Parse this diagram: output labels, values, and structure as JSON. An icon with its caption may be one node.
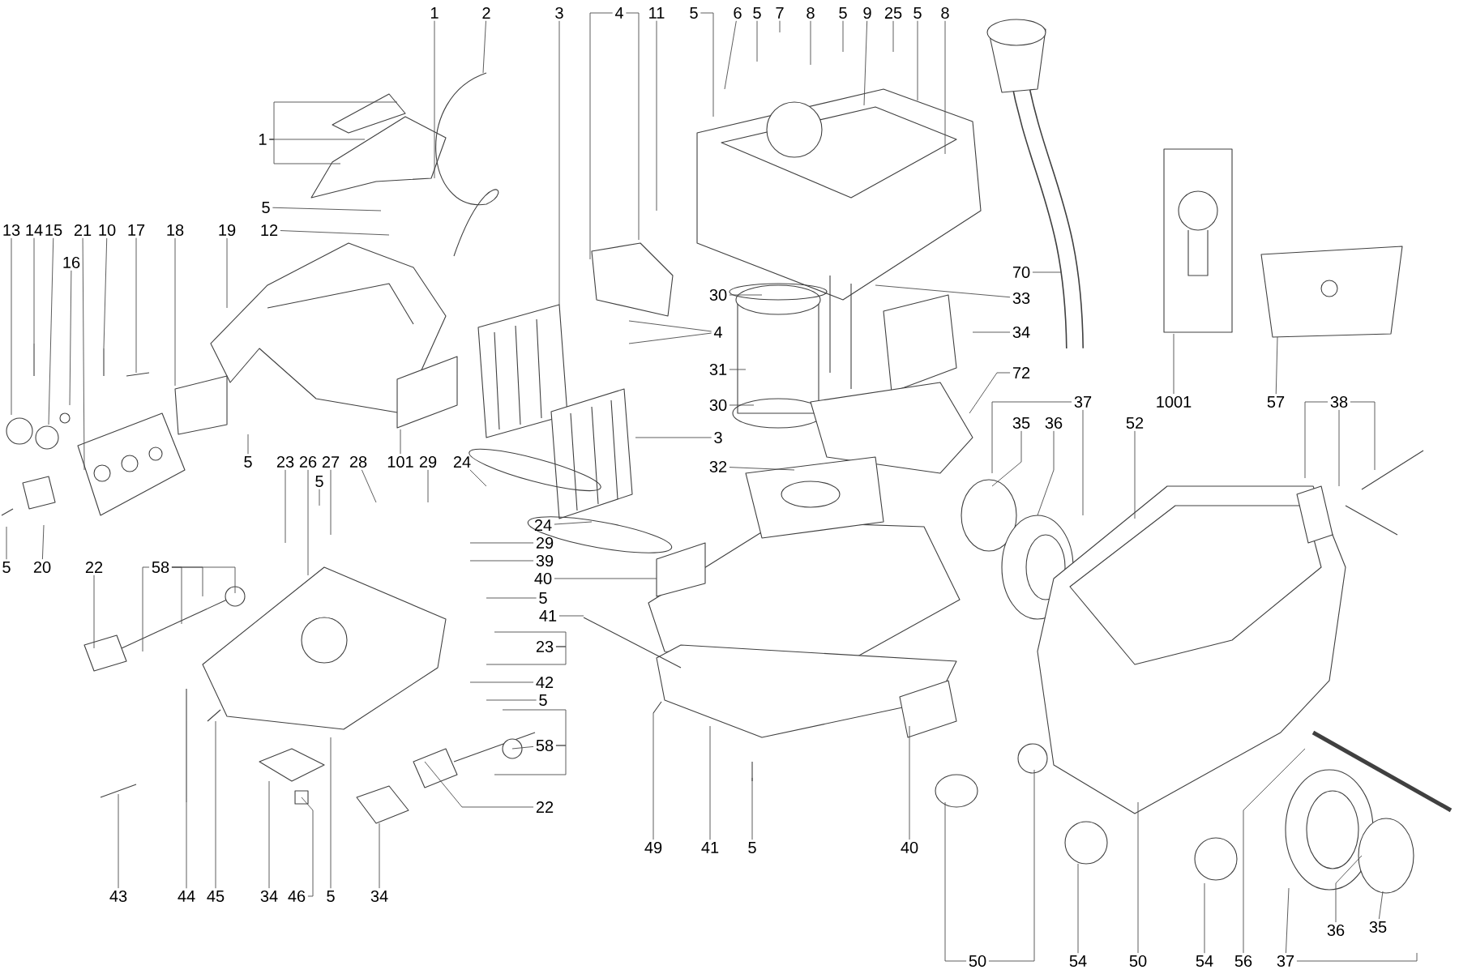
{
  "diagram": {
    "nodes": [
      {
        "text": [
          "1"
        ]
      },
      {
        "text": [
          "2"
        ]
      },
      {
        "text": [
          "3"
        ]
      },
      {
        "text": [
          "4"
        ]
      },
      {
        "text": [
          "11"
        ]
      },
      {
        "text": [
          "5"
        ]
      },
      {
        "text": [
          "6"
        ]
      },
      {
        "text": [
          "5"
        ]
      },
      {
        "text": [
          "7"
        ]
      },
      {
        "text": [
          "8"
        ]
      },
      {
        "text": [
          "5"
        ]
      },
      {
        "text": [
          "9"
        ]
      },
      {
        "text": [
          "25"
        ]
      },
      {
        "text": [
          "5"
        ]
      },
      {
        "text": [
          "8"
        ]
      },
      {
        "text": [
          "1"
        ]
      },
      {
        "text": [
          "5"
        ]
      },
      {
        "text": [
          "12"
        ]
      },
      {
        "text": [
          "13"
        ]
      },
      {
        "text": [
          "14"
        ]
      },
      {
        "text": [
          "15"
        ]
      },
      {
        "text": [
          "21"
        ]
      },
      {
        "text": [
          "16"
        ]
      },
      {
        "text": [
          "10"
        ]
      },
      {
        "text": [
          "17"
        ]
      },
      {
        "text": [
          "18"
        ]
      },
      {
        "text": [
          "19"
        ]
      },
      {
        "text": [
          "5"
        ]
      },
      {
        "text": [
          "23"
        ]
      },
      {
        "text": [
          "26"
        ]
      },
      {
        "text": [
          "27"
        ]
      },
      {
        "text": [
          "5"
        ]
      },
      {
        "text": [
          "28"
        ]
      },
      {
        "text": [
          "101"
        ]
      },
      {
        "text": [
          "29"
        ]
      },
      {
        "text": [
          "24"
        ]
      },
      {
        "text": [
          "5"
        ]
      },
      {
        "text": [
          "20"
        ]
      },
      {
        "text": [
          "22"
        ]
      },
      {
        "text": [
          "58"
        ]
      },
      {
        "text": [
          "3"
        ]
      },
      {
        "text": [
          "30"
        ]
      },
      {
        "text": [
          "4"
        ]
      },
      {
        "text": [
          "31"
        ]
      },
      {
        "text": [
          "30"
        ]
      },
      {
        "text": [
          "32"
        ]
      },
      {
        "text": [
          "70"
        ]
      },
      {
        "text": [
          "33"
        ]
      },
      {
        "text": [
          "34"
        ]
      },
      {
        "text": [
          "72"
        ]
      },
      {
        "text": [
          "37"
        ]
      },
      {
        "text": [
          "35"
        ]
      },
      {
        "text": [
          "36"
        ]
      },
      {
        "text": [
          "1001"
        ]
      },
      {
        "text": [
          "52"
        ]
      },
      {
        "text": [
          "57"
        ]
      },
      {
        "text": [
          "38"
        ]
      },
      {
        "text": [
          "24"
        ]
      },
      {
        "text": [
          "29"
        ]
      },
      {
        "text": [
          "39"
        ]
      },
      {
        "text": [
          "40"
        ]
      },
      {
        "text": [
          "5"
        ]
      },
      {
        "text": [
          "41"
        ]
      },
      {
        "text": [
          "23"
        ]
      },
      {
        "text": [
          "42"
        ]
      },
      {
        "text": [
          "5"
        ]
      },
      {
        "text": [
          "58"
        ]
      },
      {
        "text": [
          "22"
        ]
      },
      {
        "text": [
          "49"
        ]
      },
      {
        "text": [
          "41"
        ]
      },
      {
        "text": [
          "5"
        ]
      },
      {
        "text": [
          "40"
        ]
      },
      {
        "text": [
          "43"
        ]
      },
      {
        "text": [
          "44"
        ]
      },
      {
        "text": [
          "45"
        ]
      },
      {
        "text": [
          "34"
        ]
      },
      {
        "text": [
          "46"
        ]
      },
      {
        "text": [
          "5"
        ]
      },
      {
        "text": [
          "34"
        ]
      },
      {
        "text": [
          "50"
        ]
      },
      {
        "text": [
          "54"
        ]
      },
      {
        "text": [
          "50"
        ]
      },
      {
        "text": [
          "54"
        ]
      },
      {
        "text": [
          "56"
        ]
      },
      {
        "text": [
          "37"
        ]
      },
      {
        "text": [
          "36"
        ]
      },
      {
        "text": [
          "35"
        ]
      }
    ],
    "edges": [
      {
        "from": 0,
        "to": null,
        "arrow": "none"
      },
      {
        "from": 1,
        "to": null,
        "arrow": "none"
      },
      {
        "from": 2,
        "to": null,
        "arrow": "none"
      },
      {
        "from": 3,
        "to": null,
        "arrow": "none"
      },
      {
        "from": 3,
        "to": null,
        "arrow": "none"
      },
      {
        "from": 4,
        "to": null,
        "arrow": "none"
      },
      {
        "from": 5,
        "to": null,
        "arrow": "none"
      },
      {
        "from": 6,
        "to": null,
        "arrow": "none"
      },
      {
        "from": 7,
        "to": null,
        "arrow": "none"
      },
      {
        "from": 8,
        "to": null,
        "arrow": "none"
      },
      {
        "from": 9,
        "to": null,
        "arrow": "none"
      },
      {
        "from": 10,
        "to": null,
        "arrow": "none"
      },
      {
        "from": 11,
        "to": null,
        "arrow": "none"
      },
      {
        "from": 12,
        "to": null,
        "arrow": "none"
      },
      {
        "from": 13,
        "to": null,
        "arrow": "none"
      },
      {
        "from": 14,
        "to": null,
        "arrow": "none"
      },
      {
        "from": 15,
        "to": null,
        "arrow": "none"
      },
      {
        "from": 15,
        "to": null,
        "arrow": "none"
      },
      {
        "from": 15,
        "to": null,
        "arrow": "none"
      },
      {
        "from": 16,
        "to": null,
        "arrow": "none"
      },
      {
        "from": 17,
        "to": null,
        "arrow": "none"
      },
      {
        "from": 18,
        "to": null,
        "arrow": "none"
      },
      {
        "from": 19,
        "to": null,
        "arrow": "none"
      },
      {
        "from": 20,
        "to": null,
        "arrow": "none"
      },
      {
        "from": 21,
        "to": null,
        "arrow": "none"
      },
      {
        "from": 22,
        "to": null,
        "arrow": "none"
      },
      {
        "from": 23,
        "to": null,
        "arrow": "none"
      },
      {
        "from": 24,
        "to": null,
        "arrow": "none"
      },
      {
        "from": 25,
        "to": null,
        "arrow": "none"
      },
      {
        "from": 26,
        "to": null,
        "arrow": "none"
      },
      {
        "from": 27,
        "to": null,
        "arrow": "none"
      },
      {
        "from": 28,
        "to": null,
        "arrow": "none"
      },
      {
        "from": 29,
        "to": null,
        "arrow": "none"
      },
      {
        "from": 30,
        "to": null,
        "arrow": "none"
      },
      {
        "from": 31,
        "to": null,
        "arrow": "none"
      },
      {
        "from": 32,
        "to": null,
        "arrow": "none"
      },
      {
        "from": 33,
        "to": null,
        "arrow": "none"
      },
      {
        "from": 34,
        "to": null,
        "arrow": "none"
      },
      {
        "from": 35,
        "to": null,
        "arrow": "none"
      },
      {
        "from": 36,
        "to": null,
        "arrow": "none"
      },
      {
        "from": 37,
        "to": null,
        "arrow": "none"
      },
      {
        "from": 38,
        "to": null,
        "arrow": "none"
      },
      {
        "from": 39,
        "to": null,
        "arrow": "none"
      },
      {
        "from": 39,
        "to": null,
        "arrow": "none"
      },
      {
        "from": 39,
        "to": null,
        "arrow": "none"
      },
      {
        "from": 39,
        "to": null,
        "arrow": "none"
      },
      {
        "from": 40,
        "to": null,
        "arrow": "none"
      },
      {
        "from": 41,
        "to": null,
        "arrow": "none"
      },
      {
        "from": 42,
        "to": null,
        "arrow": "none"
      },
      {
        "from": 42,
        "to": null,
        "arrow": "none"
      },
      {
        "from": 43,
        "to": null,
        "arrow": "none"
      },
      {
        "from": 44,
        "to": null,
        "arrow": "none"
      },
      {
        "from": 45,
        "to": null,
        "arrow": "none"
      },
      {
        "from": 46,
        "to": null,
        "arrow": "none"
      },
      {
        "from": 47,
        "to": null,
        "arrow": "none"
      },
      {
        "from": 48,
        "to": null,
        "arrow": "none"
      },
      {
        "from": 49,
        "to": null,
        "arrow": "none"
      },
      {
        "from": 50,
        "to": null,
        "arrow": "none"
      },
      {
        "from": 50,
        "to": null,
        "arrow": "none"
      },
      {
        "from": 51,
        "to": null,
        "arrow": "none"
      },
      {
        "from": 52,
        "to": null,
        "arrow": "none"
      },
      {
        "from": 53,
        "to": null,
        "arrow": "none"
      },
      {
        "from": 54,
        "to": null,
        "arrow": "none"
      },
      {
        "from": 55,
        "to": null,
        "arrow": "none"
      },
      {
        "from": 56,
        "to": null,
        "arrow": "none"
      },
      {
        "from": 56,
        "to": null,
        "arrow": "none"
      },
      {
        "from": 56,
        "to": null,
        "arrow": "none"
      },
      {
        "from": 57,
        "to": null,
        "arrow": "none"
      },
      {
        "from": 58,
        "to": null,
        "arrow": "none"
      },
      {
        "from": 59,
        "to": null,
        "arrow": "none"
      },
      {
        "from": 60,
        "to": null,
        "arrow": "none"
      },
      {
        "from": 61,
        "to": null,
        "arrow": "none"
      },
      {
        "from": 62,
        "to": null,
        "arrow": "none"
      },
      {
        "from": 63,
        "to": null,
        "arrow": "none"
      },
      {
        "from": 63,
        "to": null,
        "arrow": "none"
      },
      {
        "from": 64,
        "to": null,
        "arrow": "none"
      },
      {
        "from": 65,
        "to": null,
        "arrow": "none"
      },
      {
        "from": 66,
        "to": null,
        "arrow": "none"
      },
      {
        "from": 66,
        "to": null,
        "arrow": "none"
      },
      {
        "from": 66,
        "to": null,
        "arrow": "none"
      },
      {
        "from": 67,
        "to": null,
        "arrow": "none"
      },
      {
        "from": 68,
        "to": null,
        "arrow": "none"
      },
      {
        "from": 69,
        "to": null,
        "arrow": "none"
      },
      {
        "from": 70,
        "to": null,
        "arrow": "none"
      },
      {
        "from": 71,
        "to": null,
        "arrow": "none"
      },
      {
        "from": 72,
        "to": null,
        "arrow": "none"
      },
      {
        "from": 73,
        "to": null,
        "arrow": "none"
      },
      {
        "from": 74,
        "to": null,
        "arrow": "none"
      },
      {
        "from": 75,
        "to": null,
        "arrow": "none"
      },
      {
        "from": 76,
        "to": null,
        "arrow": "none"
      },
      {
        "from": 77,
        "to": null,
        "arrow": "none"
      },
      {
        "from": 78,
        "to": null,
        "arrow": "none"
      },
      {
        "from": 79,
        "to": null,
        "arrow": "none"
      },
      {
        "from": 79,
        "to": null,
        "arrow": "none"
      },
      {
        "from": 80,
        "to": null,
        "arrow": "none"
      },
      {
        "from": 81,
        "to": null,
        "arrow": "none"
      },
      {
        "from": 82,
        "to": null,
        "arrow": "none"
      },
      {
        "from": 83,
        "to": null,
        "arrow": "none"
      },
      {
        "from": 84,
        "to": null,
        "arrow": "none"
      },
      {
        "from": 84,
        "to": null,
        "arrow": "none"
      },
      {
        "from": 85,
        "to": null,
        "arrow": "none"
      },
      {
        "from": 86,
        "to": null,
        "arrow": "none"
      }
    ]
  }
}
